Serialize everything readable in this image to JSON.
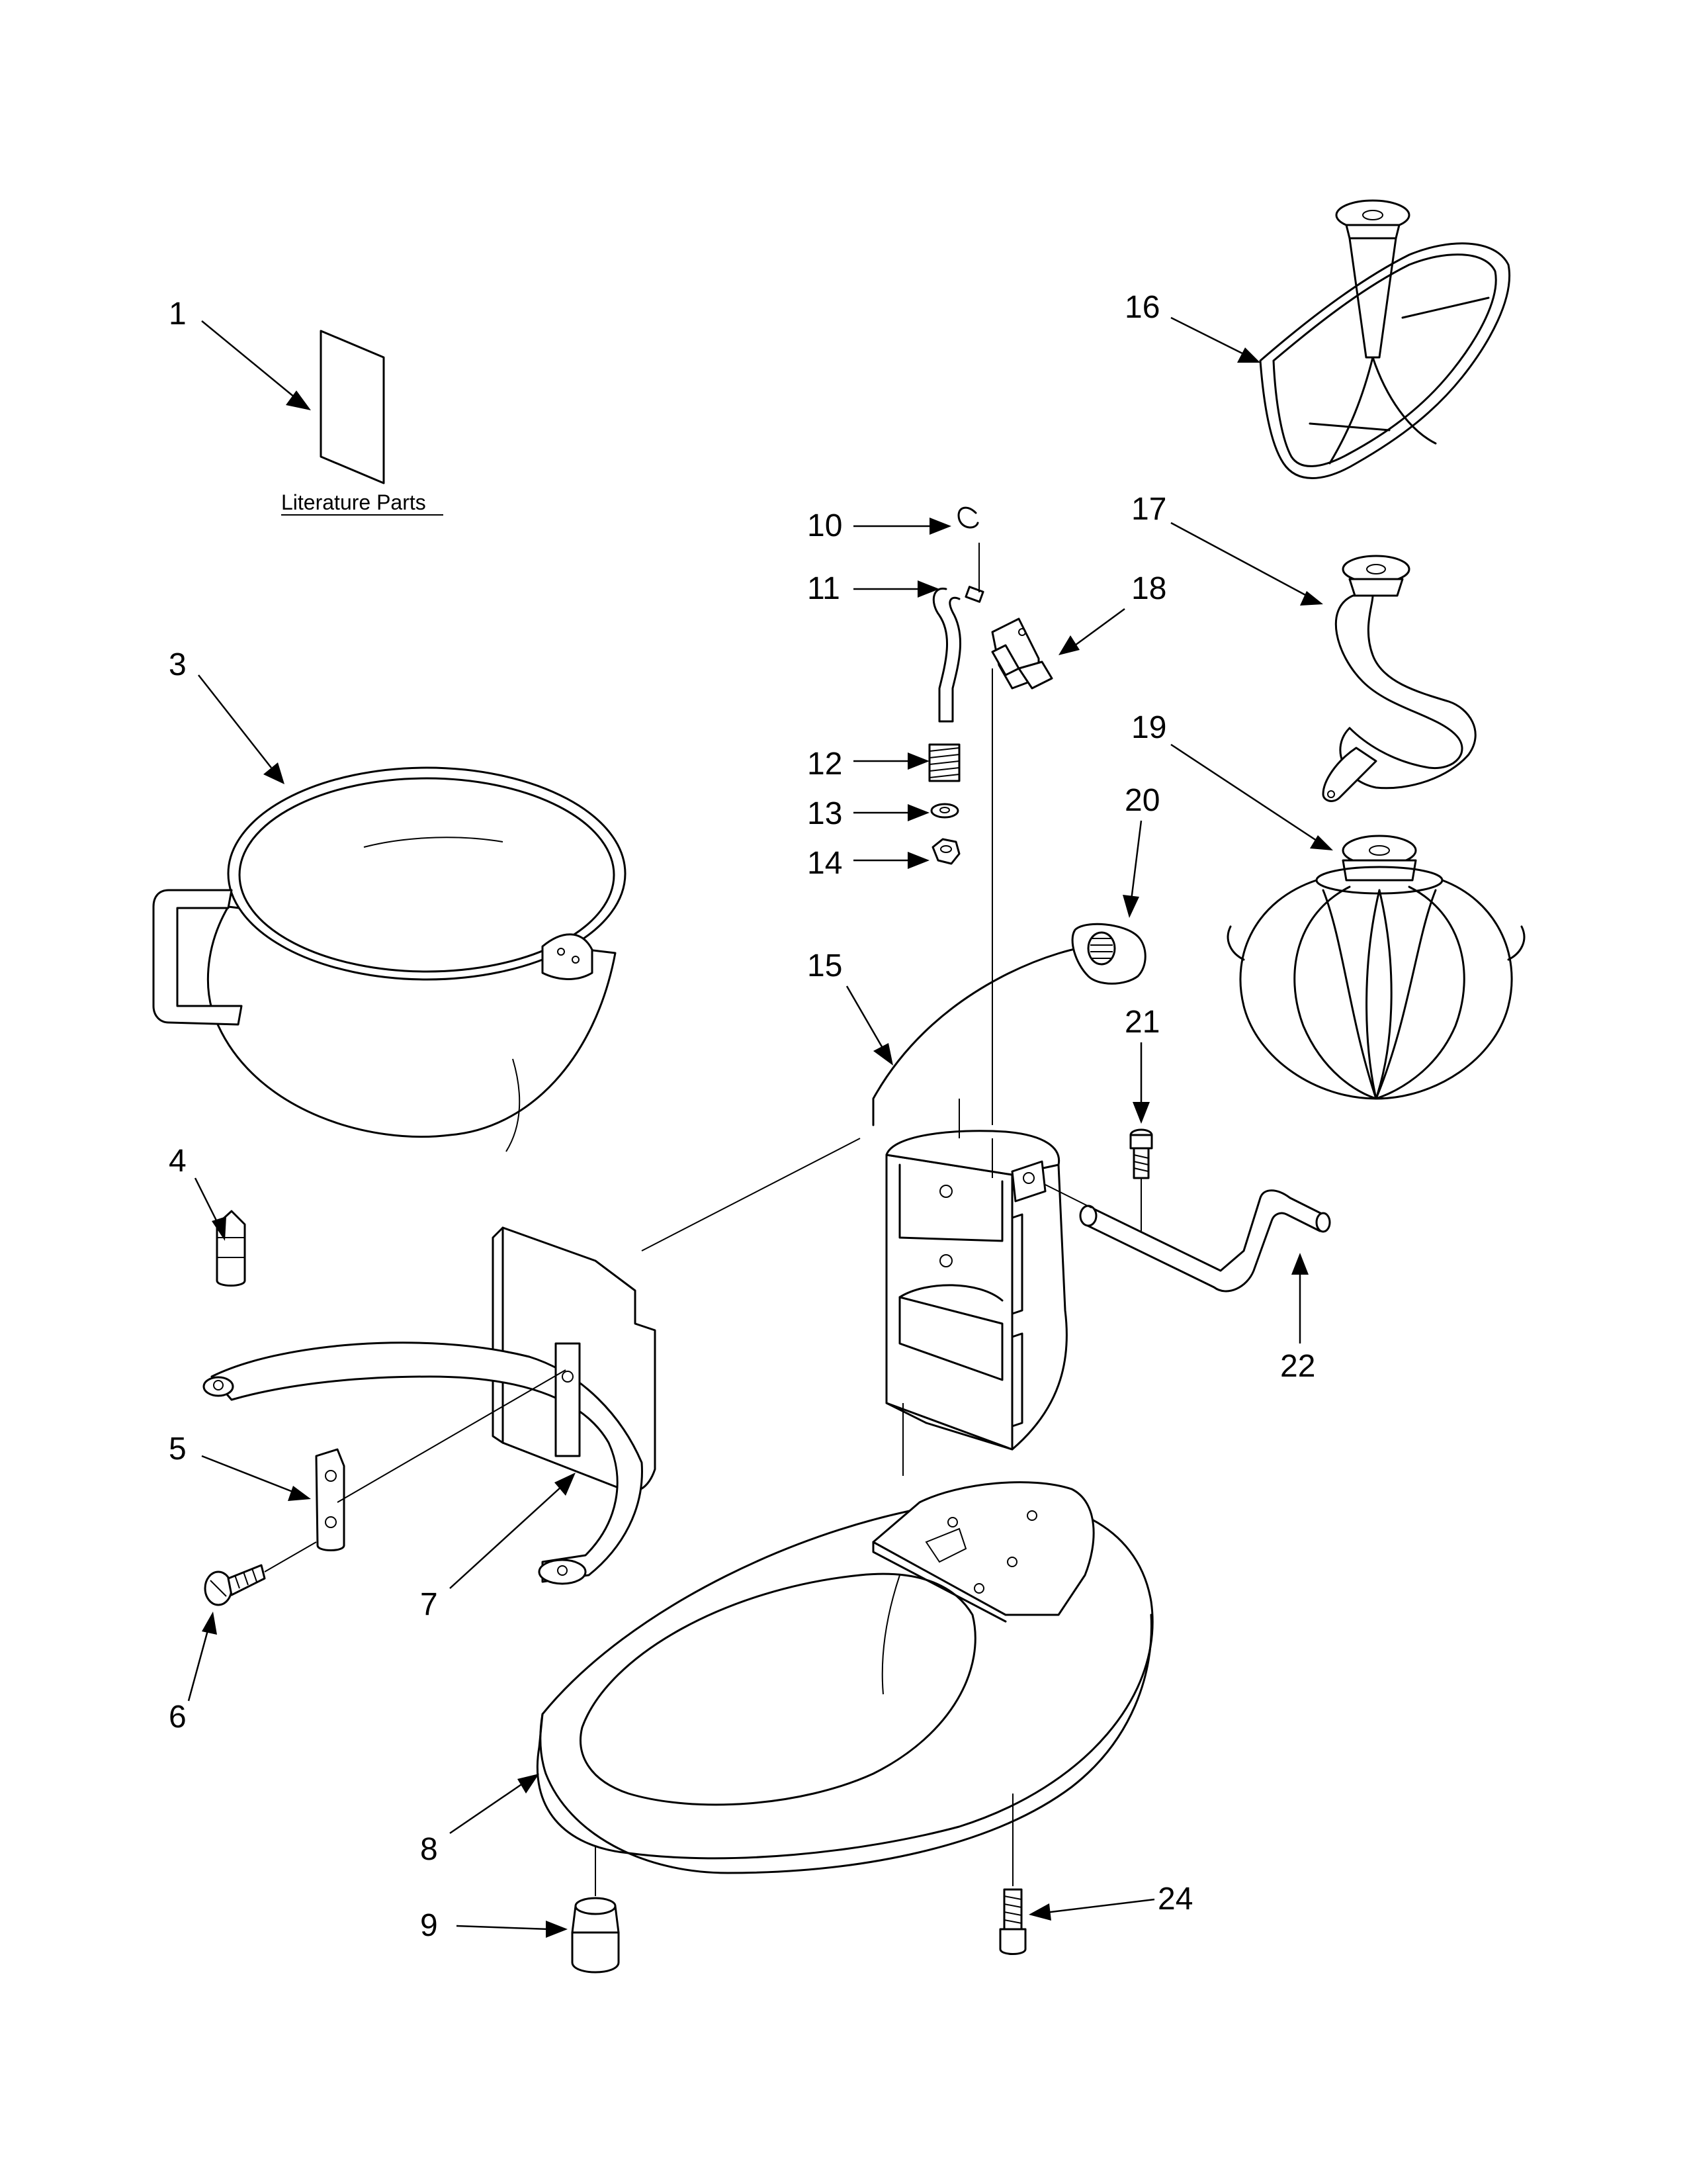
{
  "callouts": {
    "c1": "1",
    "c3": "3",
    "c4": "4",
    "c5": "5",
    "c6": "6",
    "c7": "7",
    "c8": "8",
    "c9": "9",
    "c10": "10",
    "c11": "11",
    "c12": "12",
    "c13": "13",
    "c14": "14",
    "c15": "15",
    "c16": "16",
    "c17": "17",
    "c18": "18",
    "c19": "19",
    "c20": "20",
    "c21": "21",
    "c22": "22",
    "c24": "24"
  },
  "literature_label": "Literature Parts"
}
